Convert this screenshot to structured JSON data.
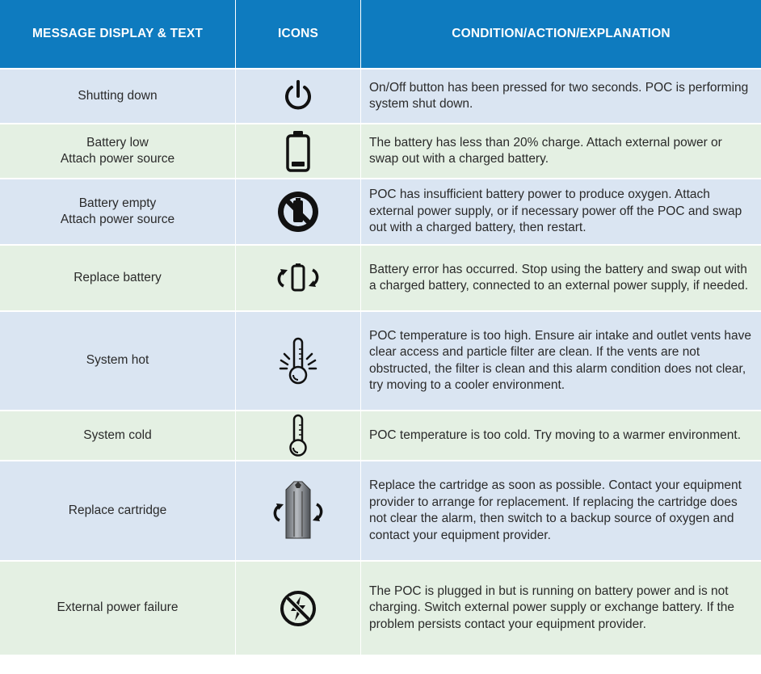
{
  "header": {
    "col_message": "MESSAGE DISPLAY & TEXT",
    "col_icons": "ICONS",
    "col_condition": "CONDITION/ACTION/EXPLANATION"
  },
  "rows": [
    {
      "message": [
        "Shutting down"
      ],
      "icon": "power-icon",
      "explanation": "On/Off button has been pressed for two seconds. POC is performing system shut down."
    },
    {
      "message": [
        "Battery low",
        "Attach power source"
      ],
      "icon": "battery-low-icon",
      "explanation": "The battery has less than 20% charge. Attach external power or swap out with a charged battery."
    },
    {
      "message": [
        "Battery empty",
        "Attach power source"
      ],
      "icon": "battery-empty-prohibited-icon",
      "explanation": "POC has insufficient battery power to produce oxygen. Attach external power supply, or if necessary power off the POC and swap out with a charged battery, then restart."
    },
    {
      "message": [
        "Replace battery"
      ],
      "icon": "replace-battery-icon",
      "explanation": "Battery error has occurred. Stop using the battery and swap out with a charged battery, connected to an external power supply, if needed."
    },
    {
      "message": [
        "System hot"
      ],
      "icon": "thermometer-hot-icon",
      "explanation": "POC temperature is too high. Ensure air intake and outlet vents have clear access and particle filter are clean. If the vents are not obstructed, the filter is clean and this alarm condition does not clear, try moving to a cooler environment."
    },
    {
      "message": [
        "System cold"
      ],
      "icon": "thermometer-cold-icon",
      "explanation": "POC temperature is too cold. Try moving to a warmer environment."
    },
    {
      "message": [
        "Replace cartridge"
      ],
      "icon": "replace-cartridge-icon",
      "explanation": "Replace the cartridge as soon as possible. Contact your equipment provider to arrange for replacement. If replacing the cartridge does not clear the alarm, then switch to a backup source of oxygen and contact your equipment provider."
    },
    {
      "message": [
        "External power failure"
      ],
      "icon": "power-failure-icon",
      "explanation": "The POC is plugged in but is running on battery power and is not charging. Switch external power supply or exchange battery. If the problem persists contact your equipment provider."
    }
  ]
}
